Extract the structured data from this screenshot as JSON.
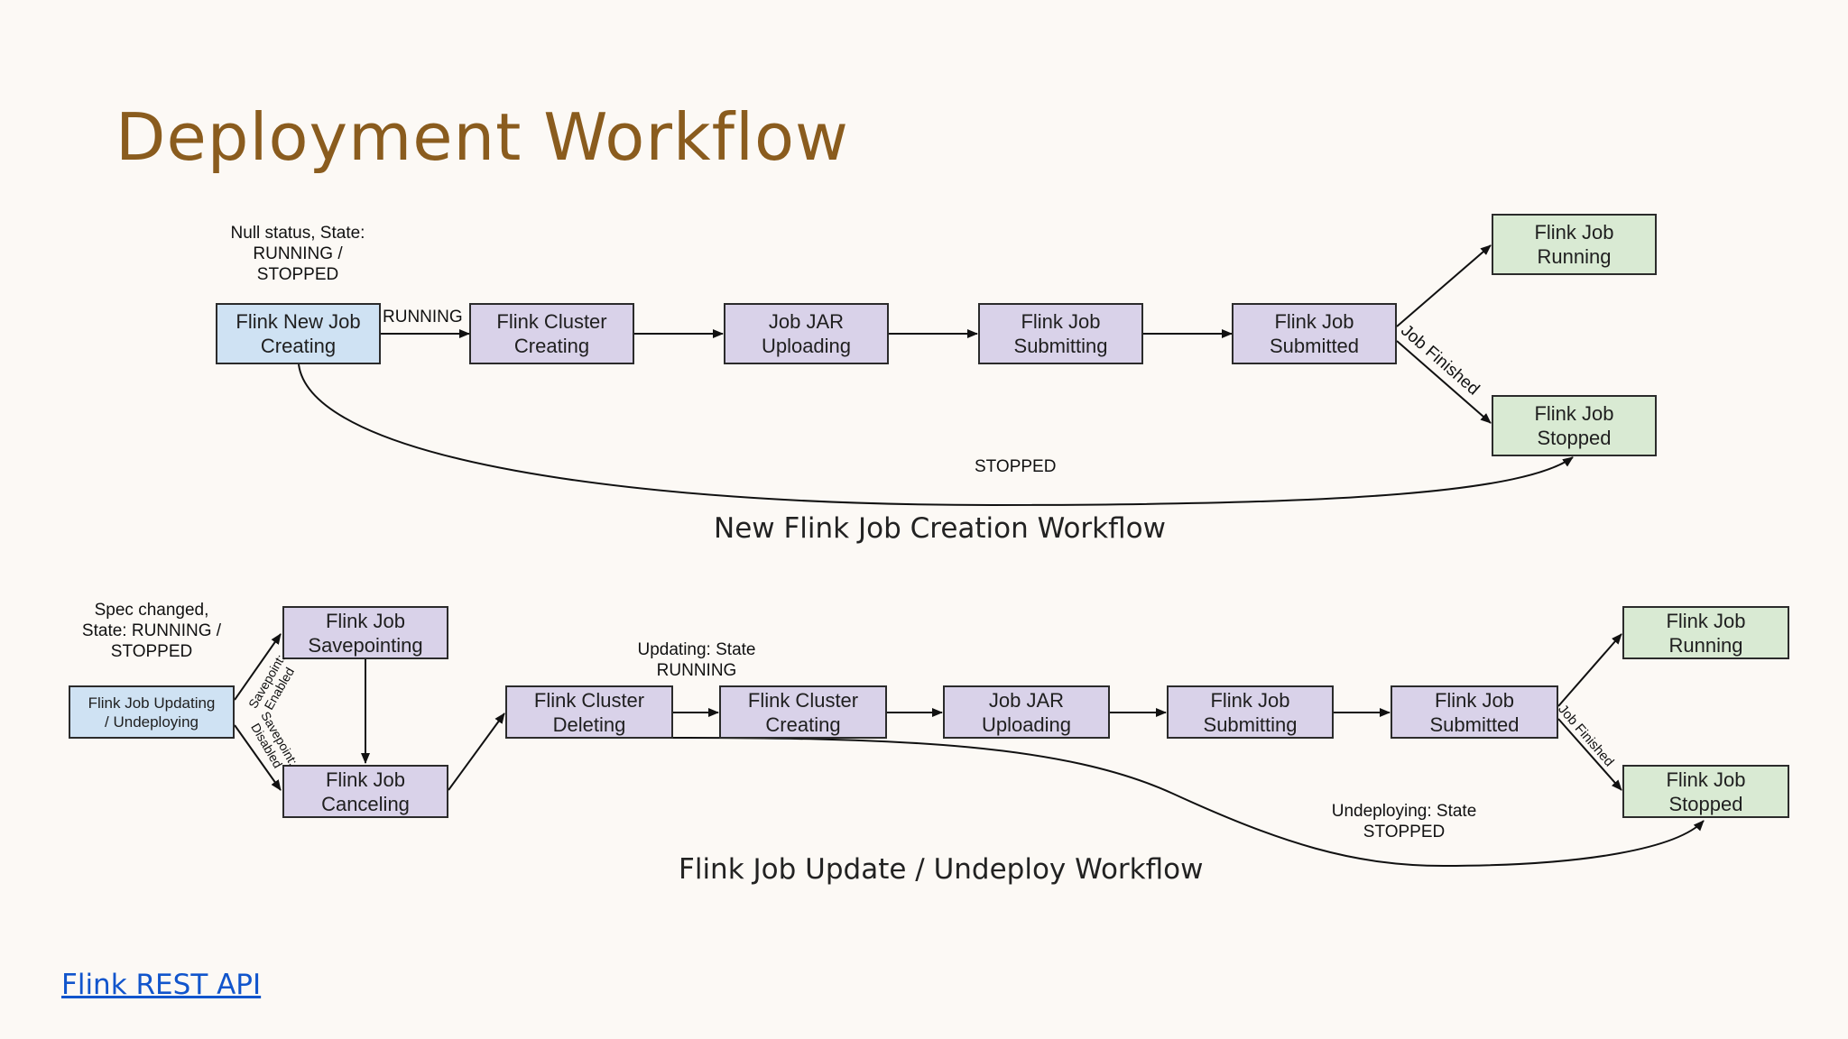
{
  "title": "Deployment Workflow",
  "creation": {
    "caption": "New Flink Job Creation Workflow",
    "trigger_label": "Null status, State:\nRUNNING /\nSTOPPED",
    "nodes": {
      "new_job": "Flink New Job\nCreating",
      "cluster_creating": "Flink Cluster\nCreating",
      "jar_uploading": "Job JAR\nUploading",
      "job_submitting": "Flink Job\nSubmitting",
      "job_submitted": "Flink Job\nSubmitted",
      "job_running": "Flink Job\nRunning",
      "job_stopped": "Flink Job\nStopped"
    },
    "edge_labels": {
      "running": "RUNNING",
      "stopped": "STOPPED",
      "job_finished": "Job Finished"
    }
  },
  "update": {
    "caption": "Flink Job Update / Undeploy Workflow",
    "trigger_label": "Spec changed,\nState: RUNNING /\nSTOPPED",
    "nodes": {
      "updating": "Flink Job Updating\n/ Undeploying",
      "savepointing": "Flink Job\nSavepointing",
      "canceling": "Flink Job\nCanceling",
      "cluster_deleting": "Flink Cluster\nDeleting",
      "cluster_creating": "Flink Cluster\nCreating",
      "jar_uploading": "Job JAR\nUploading",
      "job_submitting": "Flink Job\nSubmitting",
      "job_submitted": "Flink Job\nSubmitted",
      "job_running": "Flink Job\nRunning",
      "job_stopped": "Flink Job\nStopped"
    },
    "edge_labels": {
      "savepoint_enabled": "Savepoint:\nEnabled",
      "savepoint_disabled": "Savepoint:\nDisabled",
      "updating_running": "Updating: State\nRUNNING",
      "undeploying_stopped": "Undeploying: State\nSTOPPED",
      "job_finished": "Job Finished"
    }
  },
  "link": {
    "label": "Flink REST API"
  },
  "colors": {
    "title": "#8a5c1e",
    "initial_state": "#cfe2f3",
    "intermediate_state": "#d9d2e9",
    "final_state": "#d9ead3",
    "link": "#1155cc"
  }
}
